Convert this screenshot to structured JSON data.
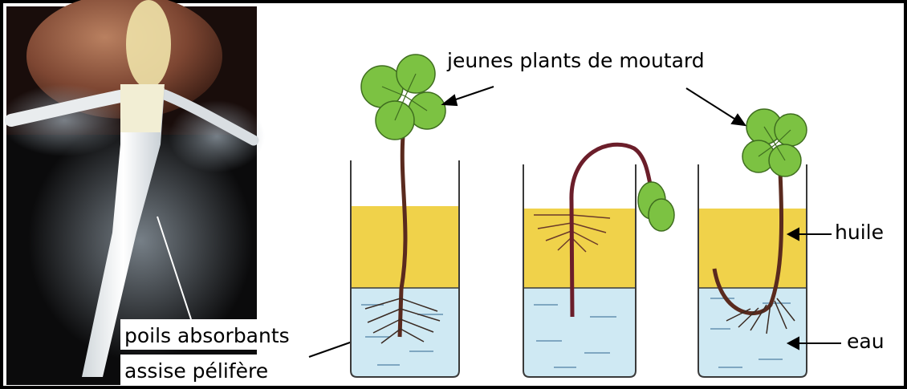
{
  "labels": {
    "seedlings": "jeunes plants de moutard",
    "oil": "huile",
    "water": "eau",
    "root_hairs": "poils absorbants",
    "piliferous_layer": "assise pélifère"
  },
  "colors": {
    "frame": "#000000",
    "photo_background": "#0b0b0c",
    "oil": "#f0d24a",
    "water": "#cfe9f3",
    "leaf": "#7cc242",
    "stem": "#5a2a1e",
    "glass": "#3a3a3a"
  }
}
